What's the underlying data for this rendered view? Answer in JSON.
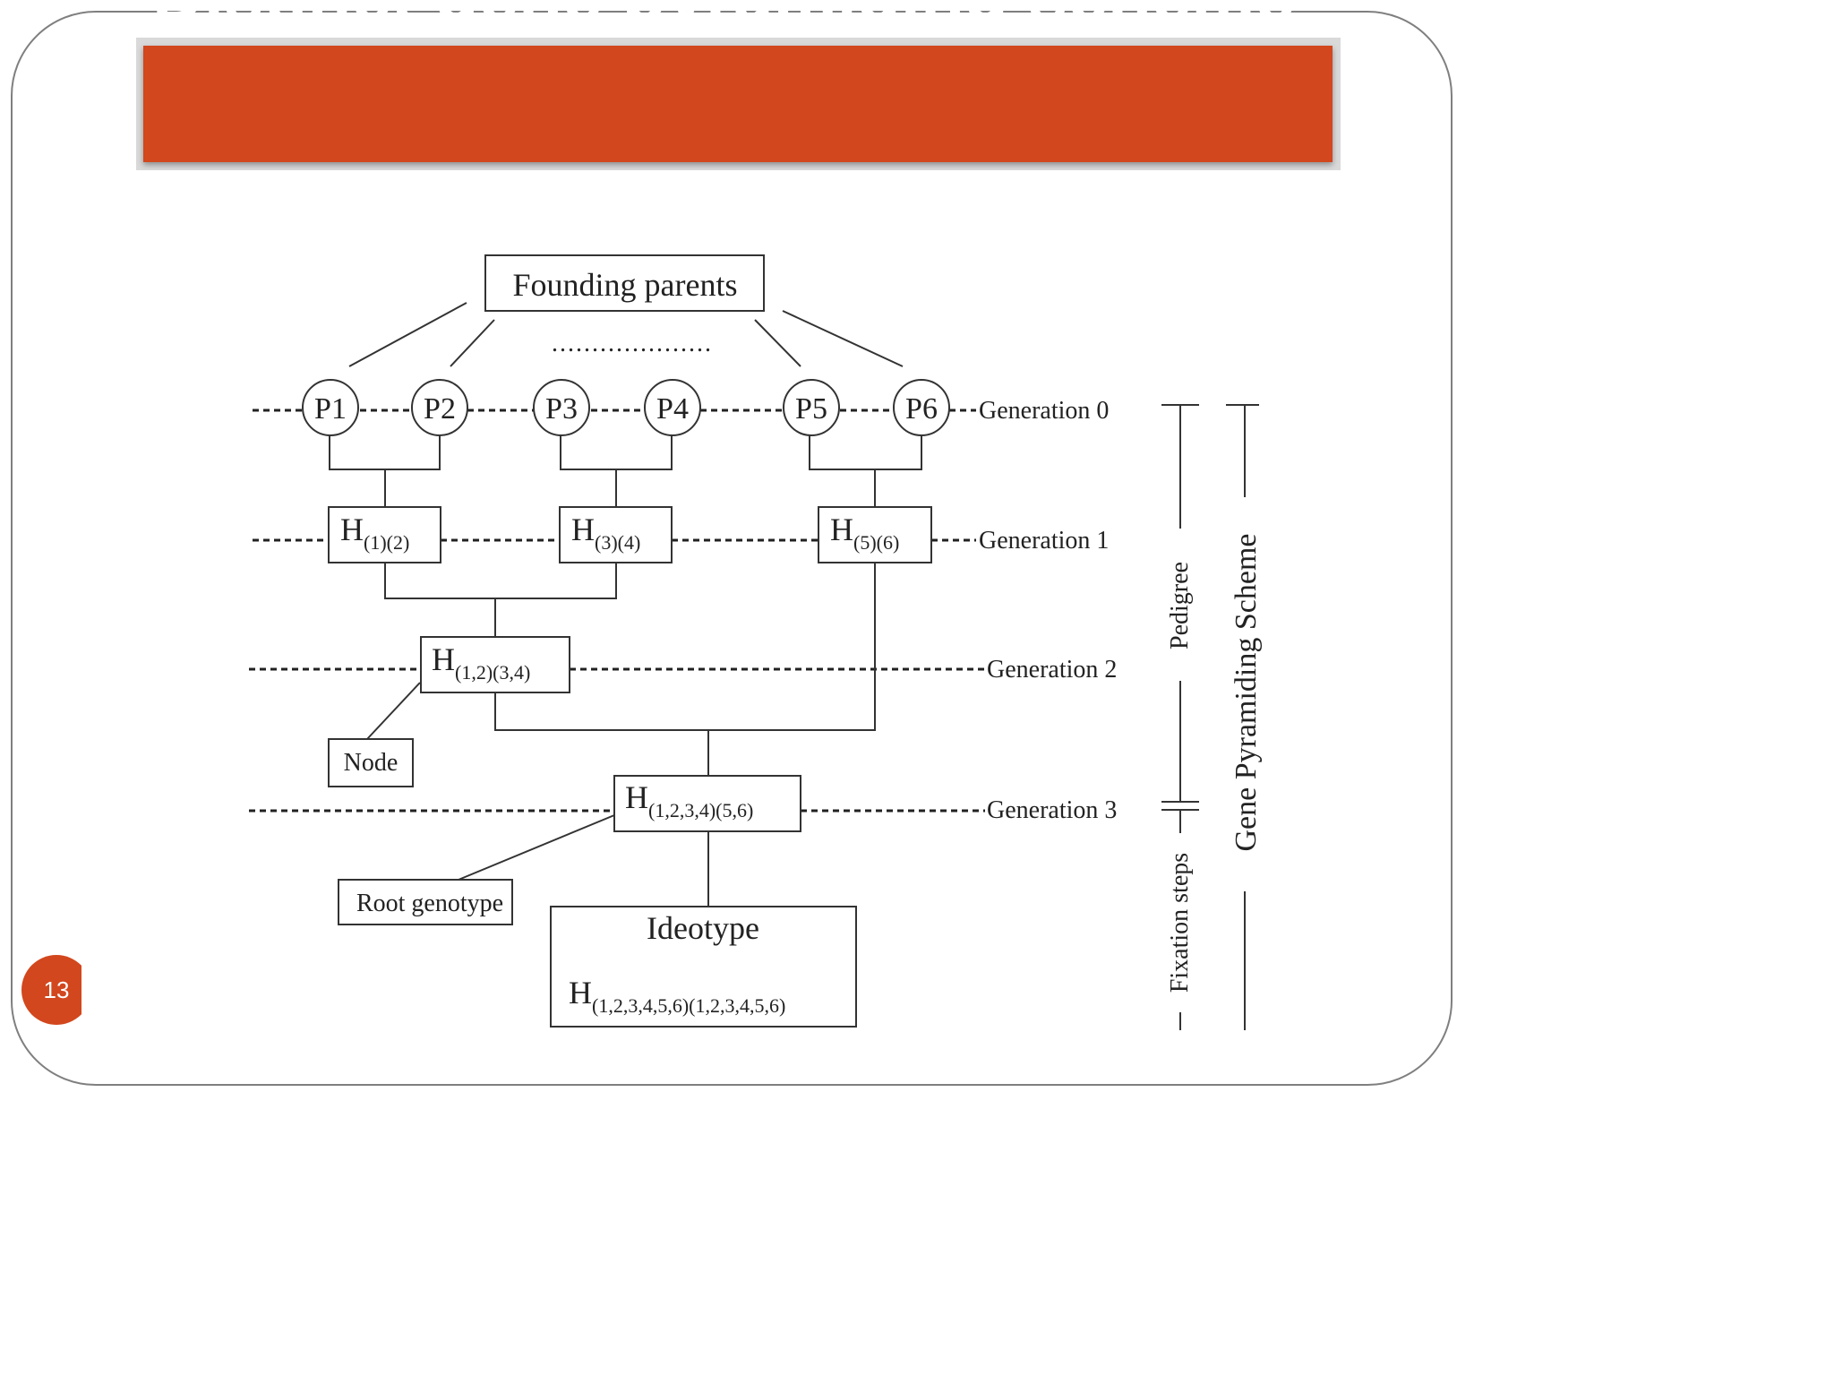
{
  "slide": {
    "title": "Distinct gene pyramiding scheme",
    "page_number": "13"
  },
  "diagram": {
    "founding_parents": "Founding parents",
    "ellipsis": "....................",
    "parents": [
      "P1",
      "P2",
      "P3",
      "P4",
      "P5",
      "P6"
    ],
    "hybrids": {
      "h12": {
        "main": "H",
        "sub": "(1)(2)"
      },
      "h34": {
        "main": "H",
        "sub": "(3)(4)"
      },
      "h56": {
        "main": "H",
        "sub": "(5)(6)"
      },
      "h1234": {
        "main": "H",
        "sub": "(1,2)(3,4)"
      },
      "h123456": {
        "main": "H",
        "sub": "(1,2,3,4)(5,6)"
      }
    },
    "generations": [
      "Generation 0",
      "Generation 1",
      "Generation 2",
      "Generation 3"
    ],
    "node_label": "Node",
    "root_genotype_label": "Root genotype",
    "ideotype": {
      "title": "Ideotype",
      "main": "H",
      "sub": "(1,2,3,4,5,6)(1,2,3,4,5,6)"
    },
    "side_labels": {
      "pedigree": "Pedigree",
      "fixation_steps": "Fixation steps",
      "gene_pyramiding_scheme": "Gene Pyramiding Scheme"
    }
  }
}
